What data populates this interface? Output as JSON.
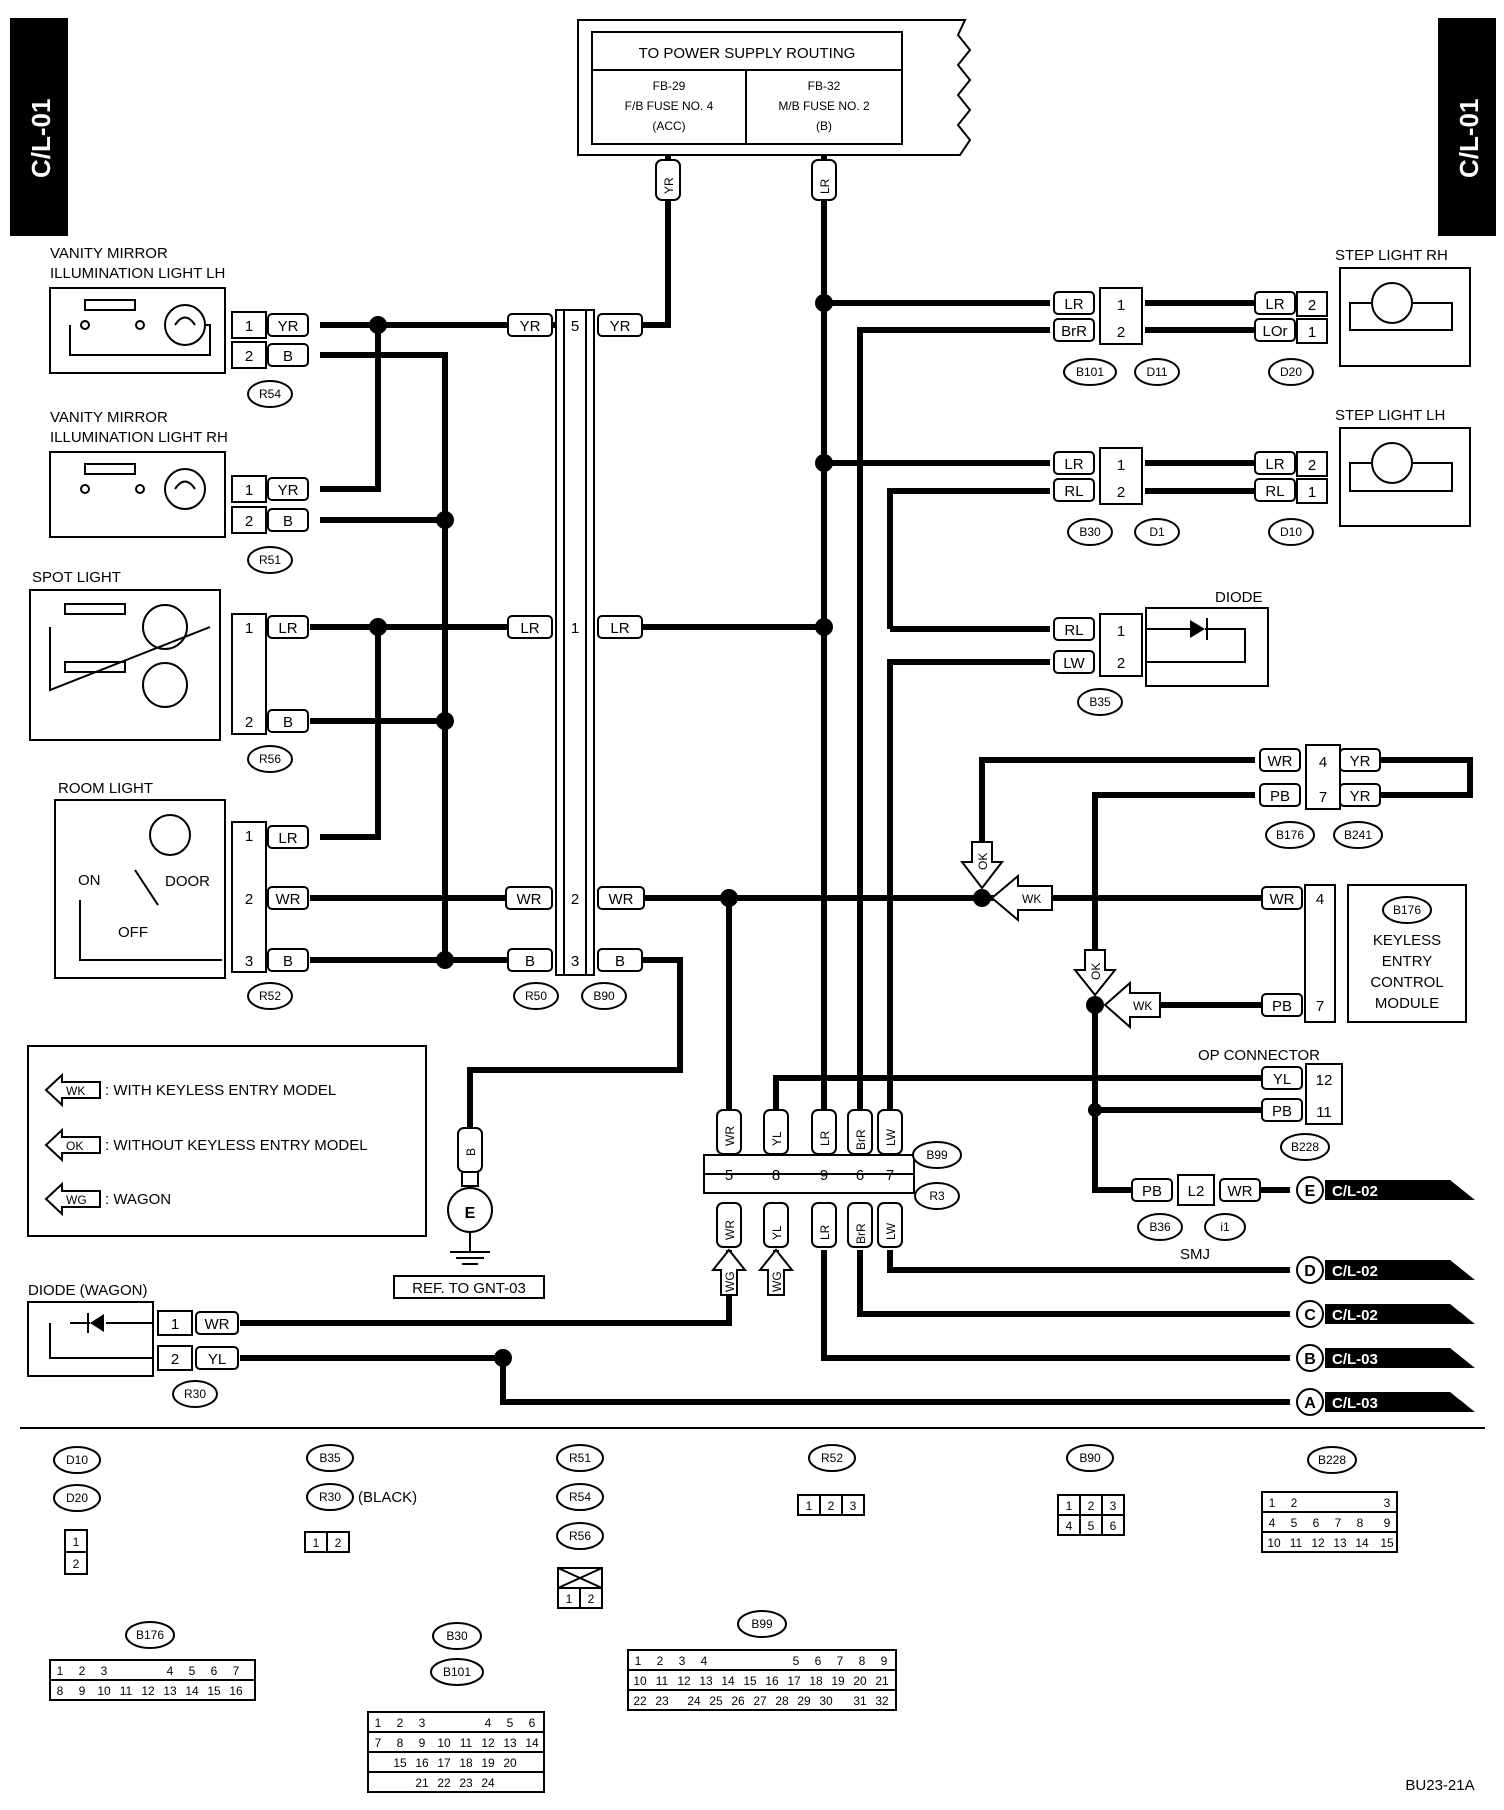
{
  "page_tab_left": "C/L-01",
  "page_tab_right": "C/L-01",
  "power": {
    "title": "TO POWER SUPPLY ROUTING",
    "fuse1": [
      "FB-29",
      "F/B FUSE NO. 4",
      "(ACC)"
    ],
    "fuse2": [
      "FB-32",
      "M/B FUSE NO. 2",
      "(B)"
    ]
  },
  "components": {
    "vanity_lh": [
      "VANITY MIRROR",
      "ILLUMINATION LIGHT LH"
    ],
    "vanity_rh": [
      "VANITY MIRROR",
      "ILLUMINATION LIGHT RH"
    ],
    "spot": "SPOT LIGHT",
    "room": "ROOM LIGHT",
    "room_on": "ON",
    "room_off": "OFF",
    "room_door": "DOOR",
    "step_rh": "STEP LIGHT RH",
    "step_lh": "STEP LIGHT LH",
    "diode": "DIODE",
    "diode_wagon": "DIODE (WAGON)",
    "keyless": [
      "KEYLESS",
      "ENTRY",
      "CONTROL",
      "MODULE"
    ],
    "op_connector": "OP CONNECTOR",
    "smj": "SMJ",
    "ground": "E",
    "ref": "REF. TO GNT-03"
  },
  "legend": [
    {
      "tag": "WK",
      "text": ": WITH KEYLESS ENTRY MODEL"
    },
    {
      "tag": "OK",
      "text": ": WITHOUT KEYLESS ENTRY MODEL"
    },
    {
      "tag": "WG",
      "text": ": WAGON"
    }
  ],
  "wire_codes": [
    "YR",
    "LR",
    "B",
    "WR",
    "RL",
    "LW",
    "BrR",
    "LOr",
    "PB",
    "YL",
    "WK",
    "OK",
    "WG"
  ],
  "connector_ids": [
    "R54",
    "R51",
    "R56",
    "R52",
    "R50",
    "B90",
    "B101",
    "D11",
    "D20",
    "B30",
    "D1",
    "D10",
    "B35",
    "B176",
    "B241",
    "B228",
    "B99",
    "R3",
    "B36",
    "i1",
    "R30"
  ],
  "offpage": [
    {
      "letter": "E",
      "ref": "C/L-02"
    },
    {
      "letter": "D",
      "ref": "C/L-02"
    },
    {
      "letter": "C",
      "ref": "C/L-02"
    },
    {
      "letter": "B",
      "ref": "C/L-03"
    },
    {
      "letter": "A",
      "ref": "C/L-03"
    }
  ],
  "black_note": "(BLACK)",
  "figure_code": "BU23-21A"
}
